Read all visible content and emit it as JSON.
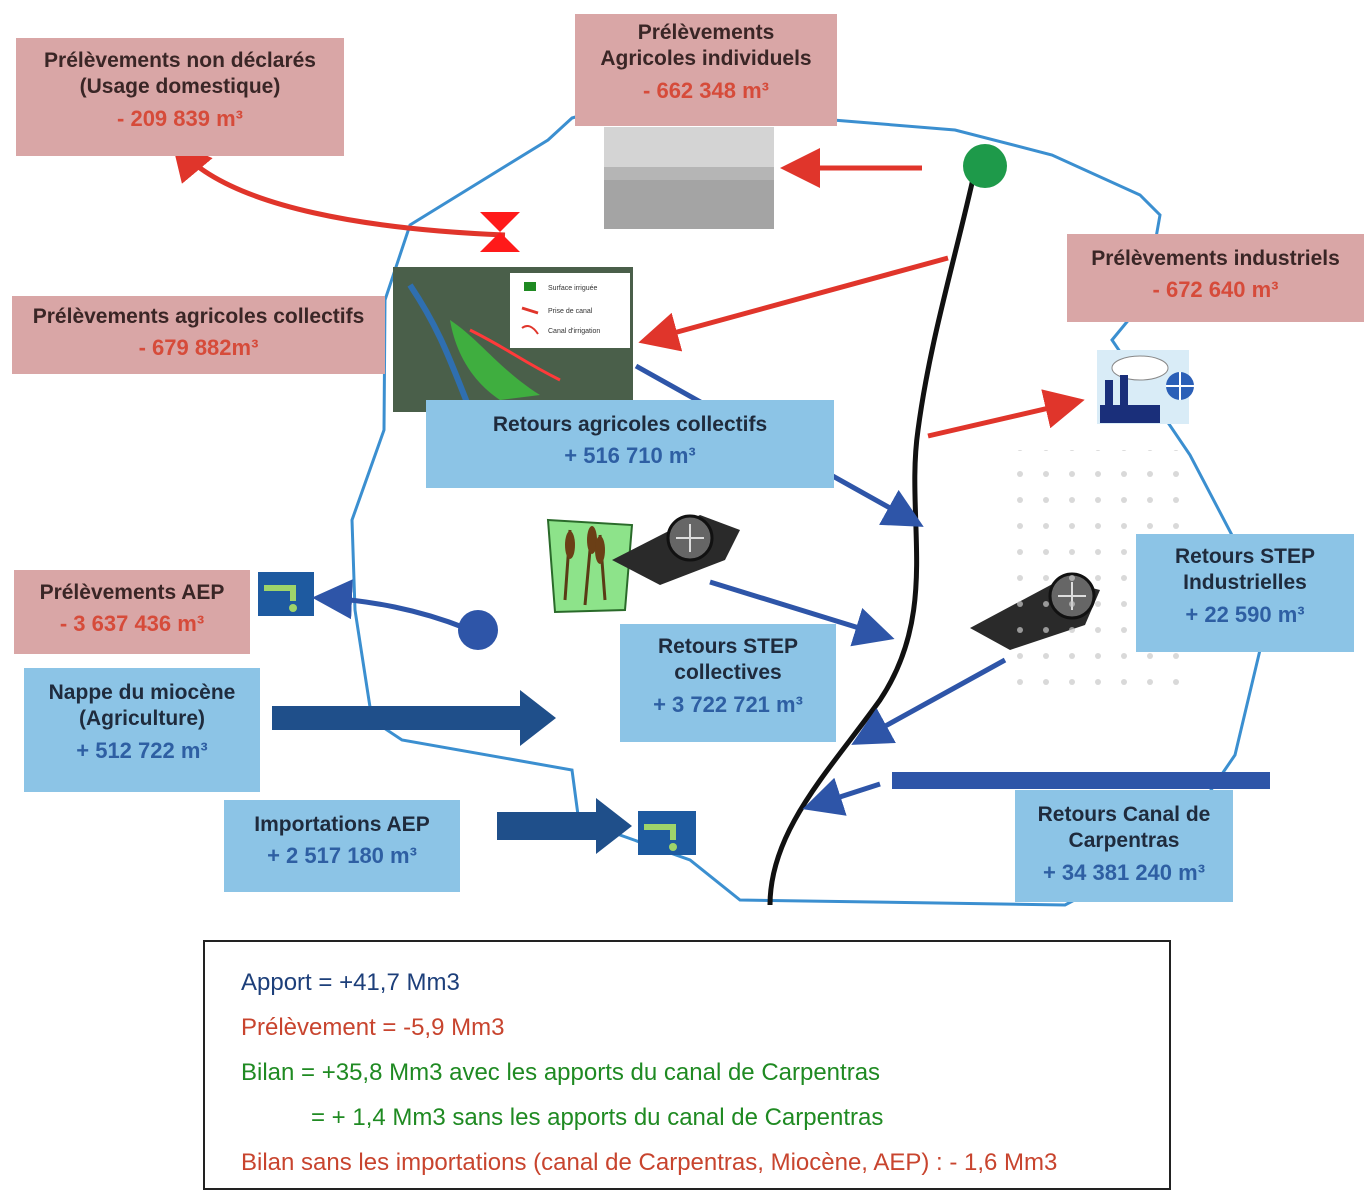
{
  "boxes": {
    "non_declares": {
      "title1": "Prélèvements non déclarés",
      "title2": "(Usage domestique)",
      "value": "- 209 839 m³"
    },
    "agricoles_individuels": {
      "title1": "Prélèvements",
      "title2": "Agricoles individuels",
      "value": "- 662 348 m³"
    },
    "industriels": {
      "title": "Prélèvements industriels",
      "value": "- 672 640 m³"
    },
    "agricoles_collectifs": {
      "title": "Prélèvements agricoles collectifs",
      "value": "- 679 882m³"
    },
    "retours_agricoles": {
      "title": "Retours agricoles collectifs",
      "value": "+ 516 710 m³"
    },
    "aep": {
      "title": "Prélèvements AEP",
      "value": "- 3 637 436 m³"
    },
    "nappe": {
      "title1": "Nappe du miocène",
      "title2": "(Agriculture)",
      "value": "+ 512 722 m³"
    },
    "step_collectives": {
      "title1": "Retours STEP",
      "title2": "collectives",
      "value": "+ 3 722 721 m³"
    },
    "step_industrielles": {
      "title1": "Retours STEP",
      "title2": "Industrielles",
      "value": "+ 22 590 m³"
    },
    "importations": {
      "title": "Importations AEP",
      "value": "+ 2 517 180 m³"
    },
    "canal": {
      "title1": "Retours Canal de",
      "title2": "Carpentras",
      "value": "+ 34 381 240 m³"
    }
  },
  "map_legend": [
    "Surface irriguée",
    "Prise de canal",
    "Canal d'irrigation"
  ],
  "summary": {
    "apport": "Apport =  +41,7 Mm3",
    "prelevement": "Prélèvement =  -5,9 Mm3",
    "bilan1": "Bilan  =  +35,8 Mm3 avec les apports du canal de Carpentras",
    "bilan2": "=  + 1,4 Mm3 sans les apports du canal de Carpentras",
    "bilan3": "Bilan sans les importations (canal de Carpentras, Miocène, AEP) : - 1,6 Mm3"
  },
  "colors": {
    "outline": "#3b8fd0",
    "red_arrow": "#e0352b",
    "blue_arrow": "#2e55a8",
    "dark_arrow": "#1f4f8a",
    "river": "#111111",
    "source_dot": "#1e9a4a"
  }
}
